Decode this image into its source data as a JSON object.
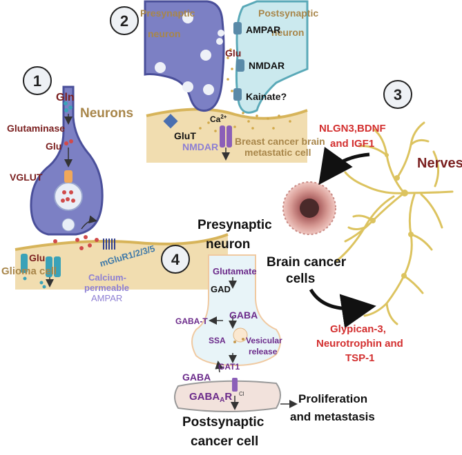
{
  "panel1": {
    "number": "1",
    "gln": "Gln",
    "neurons": "Neurons",
    "glutaminase": "Glutaminase",
    "glu": "Glu",
    "vglut": "VGLUT",
    "glu2": "Glu",
    "mglur": "mGluR1/2/3/5",
    "glioma": "Glioma cell",
    "calcium_1": "Calcium-",
    "calcium_2": "permeable",
    "calcium_3": "AMPAR"
  },
  "panel2": {
    "number": "2",
    "presyn_1": "Presynaptic",
    "presyn_2": "neuron",
    "postsyn_1": "Postsynaptic",
    "postsyn_2": "neuron",
    "ampar": "AMPAR",
    "glu": "Glu",
    "nmdar": "NMDAR",
    "kainate": "Kainate?",
    "ca": "Ca",
    "ca_sup": "2+",
    "glut": "GluT",
    "nmdar2": "NMDAR",
    "bc_1": "Breast cancer brain",
    "bc_2": "metastatic cell"
  },
  "panel3": {
    "number": "3",
    "nlgn_1": "NLGN3,BDNF",
    "nlgn_2": "and IGF1",
    "nerves": "Nerves",
    "bcc_1": "Brain cancer",
    "bcc_2": "cells",
    "gly_1": "Glypican-3,",
    "gly_2": "Neurotrophin and",
    "gly_3": "TSP-1"
  },
  "panel4": {
    "number": "4",
    "presyn_1": "Presynaptic",
    "presyn_2": "neuron",
    "glutamate": "Glutamate",
    "gad": "GAD",
    "gaba": "GABA",
    "gabat": "GABA-T",
    "ssa": "SSA",
    "ves_1": "Vesicular",
    "ves_2": "release",
    "gat1": "GAT1",
    "gaba2": "GABA",
    "gabaar": "GABA",
    "gabaar_sub": "A",
    "gabaar_r": "R",
    "cl": "Cl",
    "postsyn_1": "Postsynaptic",
    "postsyn_2": "cancer cell",
    "prolif_1": "Proliferation",
    "prolif_2": "and metastasis"
  },
  "colors": {
    "neuron_fill": "#7c80c4",
    "neuron_stroke": "#4a4f9a",
    "tissue": "#f1ddb0",
    "tissue_stroke": "#d7b45a",
    "dark_red": "#7a1f1f",
    "tan_text": "#a8864a",
    "purple": "#7a5bd1",
    "red": "#d32f2f",
    "nerve": "#dcc35f",
    "teal_post": "#cbe9ee"
  }
}
